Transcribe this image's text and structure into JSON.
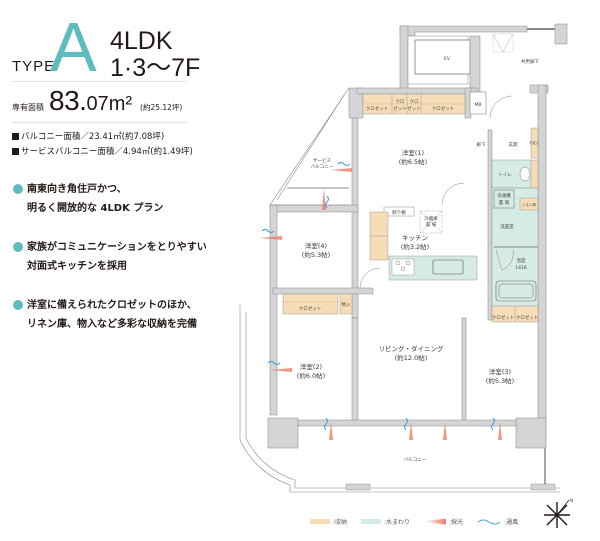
{
  "header": {
    "type_label": "TYPE",
    "type_letter": "A",
    "layout": "4LDK",
    "floors": "1·3〜7F",
    "area_label": "専有面積",
    "area_int": "83.",
    "area_dec": "07",
    "area_unit": "m²",
    "area_tsubo": "(約25.12坪)",
    "balcony": "バルコニー面積／23.41㎡(約7.08坪)",
    "service_balcony": "サービスバルコニー面積／4.94㎡(約1.49坪)"
  },
  "features": [
    {
      "line1": "南東向き角住戸かつ、",
      "line2": "明るく開放的な 4LDK プラン"
    },
    {
      "line1": "家族がコミュニケーションをとりやすい",
      "line2": "対面式キッチンを採用"
    },
    {
      "line1": "洋室に備えられたクロゼットのほか、",
      "line2": "リネン庫、物入など多彩な収納を完備"
    }
  ],
  "plan": {
    "ev": "EV",
    "corridor": "共用廊下",
    "mb": "MB",
    "closet": "クロゼット",
    "closet_short_1": "クロ",
    "closet_short_2": "ゼット",
    "service_balcony_1": "サービス",
    "service_balcony_2": "バルコニー",
    "room1_name": "洋室(1)",
    "room1_size": "(約6.5帖)",
    "hallway": "廊下",
    "entrance": "玄関",
    "shoe": "下足入",
    "toilet": "トイレ",
    "laundry_1": "洗濯機",
    "laundry_2": "置 場",
    "linen": "リネン庫",
    "washroom": "洗面室",
    "bath_1": "浴室",
    "bath_2": "1418",
    "fridge_1": "冷蔵庫",
    "fridge_2": "置 場",
    "shelf": "飾り棚",
    "kitchen_name": "キッチン",
    "kitchen_size": "(約3.2帖)",
    "room4_name": "洋室(4)",
    "room4_size": "(約5.3帖)",
    "storage": "物入",
    "room2_name": "洋室(2)",
    "room2_size": "(約6.0帖)",
    "ld_name": "リビング・ダイニング",
    "ld_size": "(約12.0帖)",
    "room3_name": "洋室(3)",
    "room3_size": "(約5.3帖)",
    "balcony": "バルコニー",
    "north": "N"
  },
  "legend": {
    "storage": ":収納",
    "water": ":水まわり",
    "light": ":採光",
    "wind": ":通風"
  },
  "colors": {
    "accent": "#5ebcc0",
    "wall": "#d4d4d4",
    "storage": "#f7dcb8",
    "water": "#d5ebe3",
    "light": "#f07a68",
    "wind": "#3fa3d8"
  }
}
